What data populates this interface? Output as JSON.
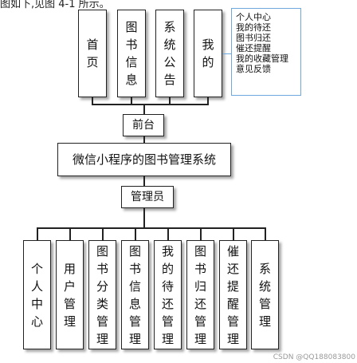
{
  "header_fragment": "图如下,见图 4-1 所示。",
  "frontend_modules": [
    "首\n页",
    "图\n书\n信\n息",
    "系\n统\n公\n告",
    "我\n的"
  ],
  "my_submenu": "个人中心\n我的待还\n图书归还\n催还提醒\n我的收藏管理\n意见反馈",
  "frontend_label": "前台",
  "system_title": "微信小程序的图书管理系统",
  "admin_label": "管理员",
  "admin_modules": [
    "个\n人\n中\n心",
    "用\n户\n管\n理",
    "图\n书\n分\n类\n管\n理",
    "图\n书\n信\n息\n管\n理",
    "我\n的\n待\n还\n管\n理",
    "图\n书\n归\n还\n管\n理",
    "催\n还\n提\n醒\n管\n理",
    "系\n统\n管\n理"
  ],
  "watermark": "CSDN @QQ188083800"
}
